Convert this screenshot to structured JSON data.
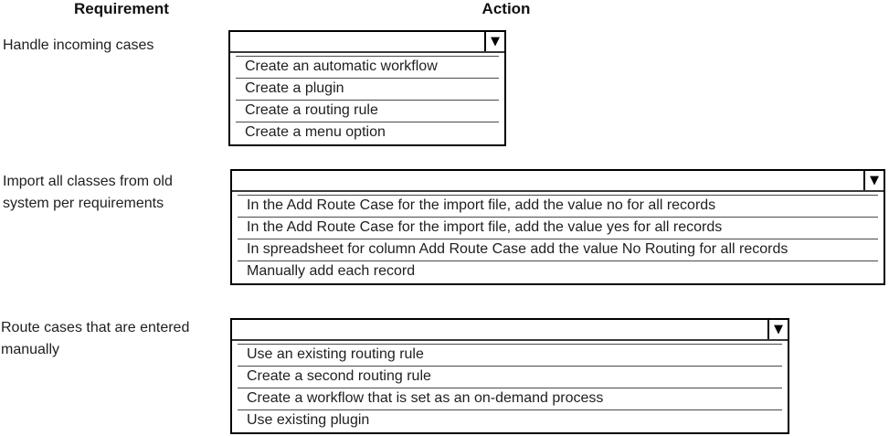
{
  "header": {
    "requirement_label": "Requirement",
    "action_label": "Action"
  },
  "icons": {
    "dropdown_arrow": "▼"
  },
  "colors": {
    "border": "#000000",
    "divider": "#4a4a4a",
    "text": "#1f1f1f",
    "background": "#ffffff"
  },
  "rows": [
    {
      "requirement": "Handle incoming cases",
      "dropdown": {
        "selected_value": "",
        "options": [
          "Create an automatic workflow",
          "Create a plugin",
          "Create a routing rule",
          "Create a menu option"
        ]
      }
    },
    {
      "requirement": "Import all classes from old system per requirements",
      "dropdown": {
        "selected_value": "",
        "options": [
          "In the Add Route Case for the import file, add the value no for all records",
          "In the Add Route Case for the import file, add the value yes for all records",
          "In spreadsheet for column Add Route Case add the value No Routing for all records",
          "Manually add each record"
        ]
      }
    },
    {
      "requirement": "Route cases that are entered manually",
      "dropdown": {
        "selected_value": "",
        "options": [
          "Use an existing routing rule",
          "Create a second routing rule",
          "Create a workflow that is set as an on-demand process",
          "Use existing plugin"
        ]
      }
    }
  ]
}
